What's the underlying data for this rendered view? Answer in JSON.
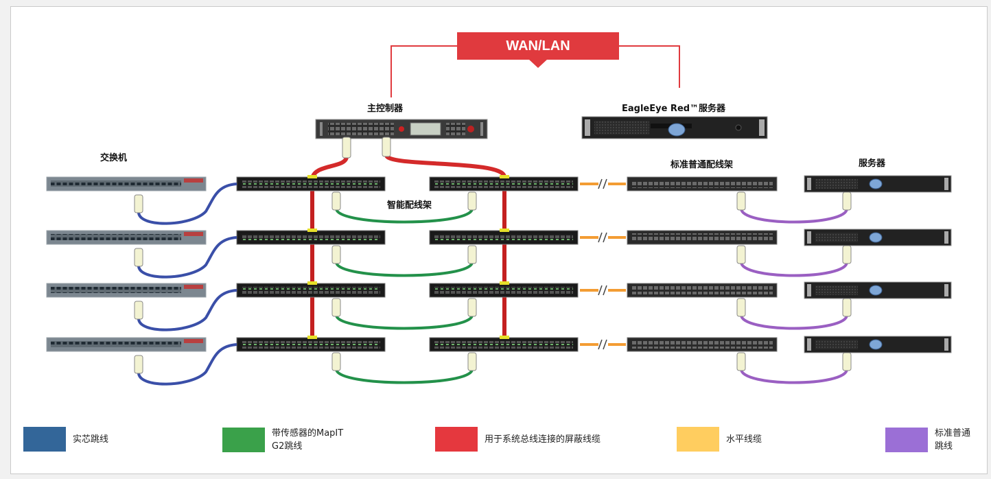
{
  "title": "WAN/LAN",
  "labels": {
    "main_controller": "主控制器",
    "eagleeye_server": "EagleEye Red™服务器",
    "switch": "交换机",
    "standard_panel": "标准普通配线架",
    "server": "服务器",
    "smart_panel": "智能配线架"
  },
  "legend": [
    {
      "color": "#336699",
      "text": "实芯跳线"
    },
    {
      "color": "#3aa14a",
      "text": "带传感器的MapIT\nG2跳线"
    },
    {
      "color": "#e5383e",
      "text": "用于系统总线连接的屏蔽线缆"
    },
    {
      "color": "#ffcd5f",
      "text": "水平线缆"
    },
    {
      "color": "#9b6fd6",
      "text": "标准普通\n跳线"
    }
  ],
  "colors": {
    "solid_patch": "#3a4fa8",
    "mapit_patch": "#23914a",
    "bus_cable": "#d42a2a",
    "horizontal": "#f39c33",
    "standard_patch": "#9a5fc2",
    "accent": "#e03a3e"
  }
}
